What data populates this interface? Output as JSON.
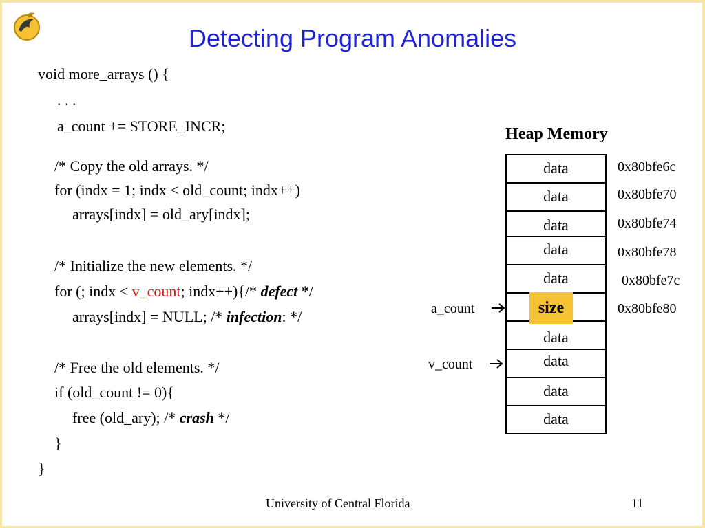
{
  "slide": {
    "title": "Detecting Program Anomalies",
    "footer": "University of Central Florida",
    "page_number": "11",
    "accent_color": "#1f25d6",
    "highlight_color": "#f5c234",
    "logo": "ucf-pegasus-logo"
  },
  "code": {
    "line1": "void more_arrays () {",
    "line2": ". . .",
    "line3": "a_count += STORE_INCR;",
    "line4": "/* Copy the old arrays. */",
    "line5": "for (indx = 1; indx < old_count; indx++)",
    "line6": "arrays[indx] = old_ary[indx];",
    "line7": "/* Initialize the new elements. */",
    "line8a": "for (; indx < ",
    "line8b": "v_count",
    "line8c": "; indx++){/* ",
    "line8d": "defect",
    "line8e": " */",
    "line9a": "arrays[indx] = NULL; /* ",
    "line9b": "infection",
    "line9c": ": */",
    "line10": "/* Free the old elements. */",
    "line11": "if (old_count != 0){",
    "line12a": "free (old_ary); /* ",
    "line12b": "crash",
    "line12c": " */",
    "line13": "}",
    "line14": "}"
  },
  "heap": {
    "title": "Heap Memory",
    "cells": [
      "data",
      "data",
      "data",
      "data",
      "data",
      "size",
      "data",
      "data",
      "data",
      "data"
    ],
    "addresses": [
      "0x80bfe6c",
      "0x80bfe70",
      "0x80bfe74",
      "0x80bfe78",
      "0x80bfe7c",
      "0x80bfe80"
    ],
    "pointers": {
      "a_count": "a_count",
      "v_count": "v_count"
    }
  }
}
